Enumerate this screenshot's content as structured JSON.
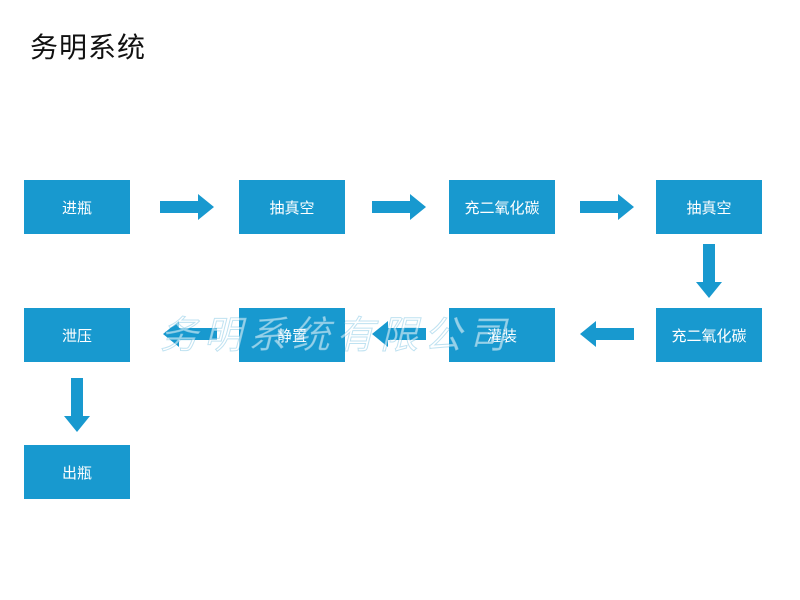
{
  "title": "务明系统",
  "colors": {
    "box": "#1899cf",
    "arrow": "#1899cf",
    "text": "#ffffff"
  },
  "nodes": {
    "n1": "进瓶",
    "n2": "抽真空",
    "n3": "充二氧化碳",
    "n4": "抽真空",
    "n5": "充二氧化碳",
    "n6": "灌装",
    "n7": "静置",
    "n8": "泄压",
    "n9": "出瓶"
  },
  "arrows": [
    {
      "from": "n1",
      "to": "n2"
    },
    {
      "from": "n2",
      "to": "n3"
    },
    {
      "from": "n3",
      "to": "n4"
    },
    {
      "from": "n4",
      "to": "n5"
    },
    {
      "from": "n5",
      "to": "n6"
    },
    {
      "from": "n6",
      "to": "n7"
    },
    {
      "from": "n7",
      "to": "n8"
    },
    {
      "from": "n8",
      "to": "n9"
    }
  ],
  "watermark": "务明系统有限公司"
}
